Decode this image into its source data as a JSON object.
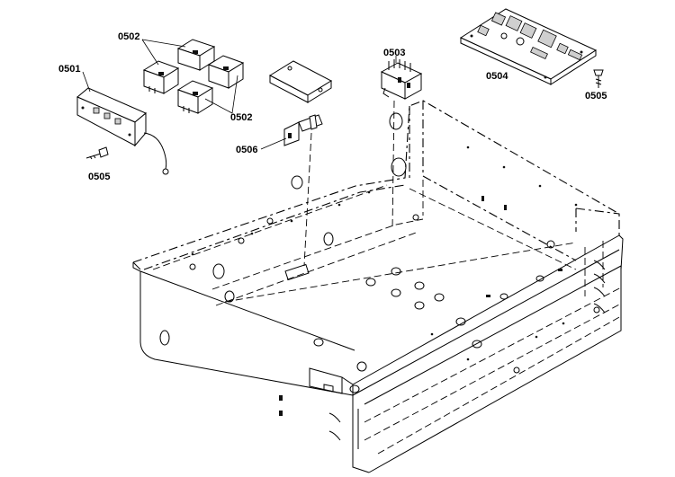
{
  "parts": [
    {
      "id": "0501",
      "label": "0501"
    },
    {
      "id": "0502a",
      "label": "0502"
    },
    {
      "id": "0502b",
      "label": "0502"
    },
    {
      "id": "0503",
      "label": "0503"
    },
    {
      "id": "0504",
      "label": "0504"
    },
    {
      "id": "0505a",
      "label": "0505"
    },
    {
      "id": "0505b",
      "label": "0505"
    },
    {
      "id": "0506",
      "label": "0506"
    }
  ]
}
